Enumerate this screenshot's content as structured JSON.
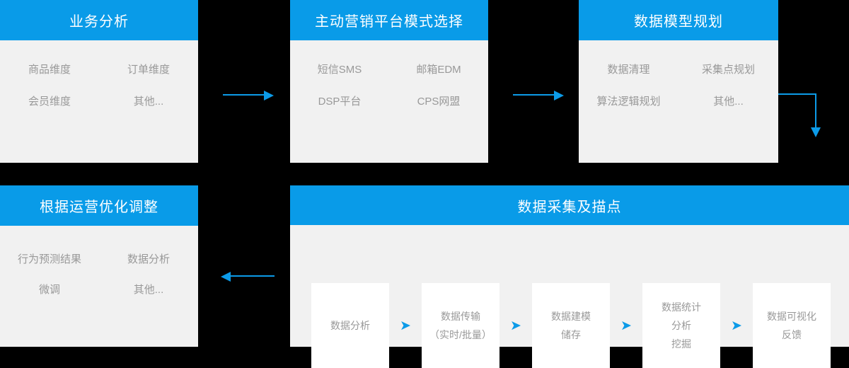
{
  "cards": {
    "business": {
      "title": "业务分析",
      "options": [
        "商品维度",
        "订单维度",
        "会员维度",
        "其他..."
      ]
    },
    "channel": {
      "title": "主动营销平台模式选择",
      "options": [
        "短信SMS",
        "邮箱EDM",
        "DSP平台",
        "CPS网盟"
      ]
    },
    "model": {
      "title": "数据模型规划",
      "options": [
        "数据清理",
        "采集点规划",
        "算法逻辑规划",
        "其他..."
      ]
    },
    "optimize": {
      "title": "根据运营优化调整",
      "options": [
        "行为预测结果",
        "数据分析",
        "微调",
        "其他..."
      ]
    },
    "collect": {
      "title": "数据采集及描点",
      "steps": [
        {
          "lines": [
            "数据分析"
          ]
        },
        {
          "lines": [
            "数据传输",
            "（实时/批量）"
          ]
        },
        {
          "lines": [
            "数据建模",
            "储存"
          ]
        },
        {
          "lines": [
            "数据统计",
            "分析",
            "挖掘"
          ]
        },
        {
          "lines": [
            "数据可视化",
            "反馈"
          ]
        }
      ],
      "step_arrow_glyph": "➤"
    }
  },
  "colors": {
    "header_blue": "#099be8",
    "arrow_blue": "#0c9be8",
    "card_body": "#f1f1f1",
    "step_box": "#ffffff",
    "option_text": "#999999",
    "page_background": "#000000"
  }
}
